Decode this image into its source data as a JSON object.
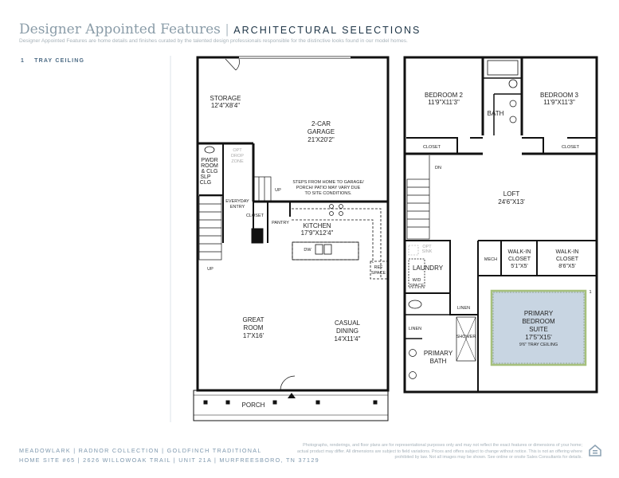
{
  "header": {
    "title": "Designer Appointed Features",
    "subtitle": "ARCHITECTURAL SELECTIONS",
    "description": "Designer Appointed Features are home details and finishes curated by the talented design professionals responsible for the distinctive looks found in our model homes."
  },
  "features": [
    {
      "number": "1",
      "label": "TRAY CEILING"
    }
  ],
  "colors": {
    "tray_fill": "#c8d5e2",
    "tray_border": "#a6c07c",
    "accent": "#4b6a84"
  },
  "first_floor": {
    "storage": {
      "name": "STORAGE",
      "size": "12'4\"X8'4\""
    },
    "garage": {
      "name1": "2-CAR",
      "name2": "GARAGE",
      "size": "21'X20'2\""
    },
    "garage_note": [
      "STEPS FROM HOME TO GARAGE/",
      "PORCH/ PATIO MAY VARY DUE",
      "TO SITE CONDITIONS."
    ],
    "pwdr": [
      "PWDR",
      "ROOM",
      "& CLG"
    ],
    "slp_clg": [
      "SLP",
      "CLG"
    ],
    "opt_drop_zone": [
      "OPT",
      "DROP",
      "ZONE"
    ],
    "up1": "UP",
    "up2": "UP",
    "everyday_entry": [
      "EVERYDAY",
      "ENTRY"
    ],
    "closet": "CLOSET",
    "pantry": "PANTRY",
    "kitchen": {
      "name": "KITCHEN",
      "size": "17'9\"X12'4\""
    },
    "dw": "DW",
    "ref_space": [
      "REF",
      "SPACE"
    ],
    "great_room": {
      "name1": "GREAT",
      "name2": "ROOM",
      "size": "17'X16'"
    },
    "casual_dining": {
      "name1": "CASUAL",
      "name2": "DINING",
      "size": "14'X11'4\""
    },
    "porch": "PORCH"
  },
  "second_floor": {
    "bedroom2": {
      "name": "BEDROOM 2",
      "size": "11'9\"X11'3\""
    },
    "bedroom3": {
      "name": "BEDROOM 3",
      "size": "11'9\"X11'3\""
    },
    "bath": "BATH",
    "closet_b2": "CLOSET",
    "closet_b3": "CLOSET",
    "dn": "DN",
    "loft": {
      "name": "LOFT",
      "size": "24'6\"X13'"
    },
    "opt_sink": [
      "OPT",
      "SINK"
    ],
    "laundry": "LAUNDRY",
    "wd_space": [
      "W/D",
      "SPACE"
    ],
    "mech": "MECH",
    "walkin1": {
      "name1": "WALK-IN",
      "name2": "CLOSET",
      "size": "5'1\"X5'"
    },
    "walkin2": {
      "name1": "WALK-IN",
      "name2": "CLOSET",
      "size": "8'6\"X5'"
    },
    "linen1": "LINEN",
    "linen2": "LINEN",
    "shower": "SHOWER",
    "primary_bath": {
      "name1": "PRIMARY",
      "name2": "BATH"
    },
    "primary_suite": {
      "name1": "PRIMARY",
      "name2": "BEDROOM",
      "name3": "SUITE",
      "size": "17'5\"X15'",
      "note": "9'6\" TRAY CEILING",
      "marker": "1"
    }
  },
  "footer": {
    "line1": "MEADOWLARK  |  RADNOR COLLECTION  |  GOLDFINCH TRADITIONAL",
    "line2": "HOME SITE #65  |  2626 WILLOWOAK TRAIL  |  UNIT 21A  |  MURFREESBORO, TN 37129",
    "disclaimer": "Photographs, renderings, and floor plans are for representational purposes only and may not reflect the exact features or dimensions of your home; actual product may differ. All dimensions are subject to field variations. Prices and offers subject to change without notice. This is not an offering where prohibited by law. Not all images may be shown. See online or onsite Sales Consultants for details.",
    "logo_icon": "equal-housing-opportunity-icon"
  }
}
